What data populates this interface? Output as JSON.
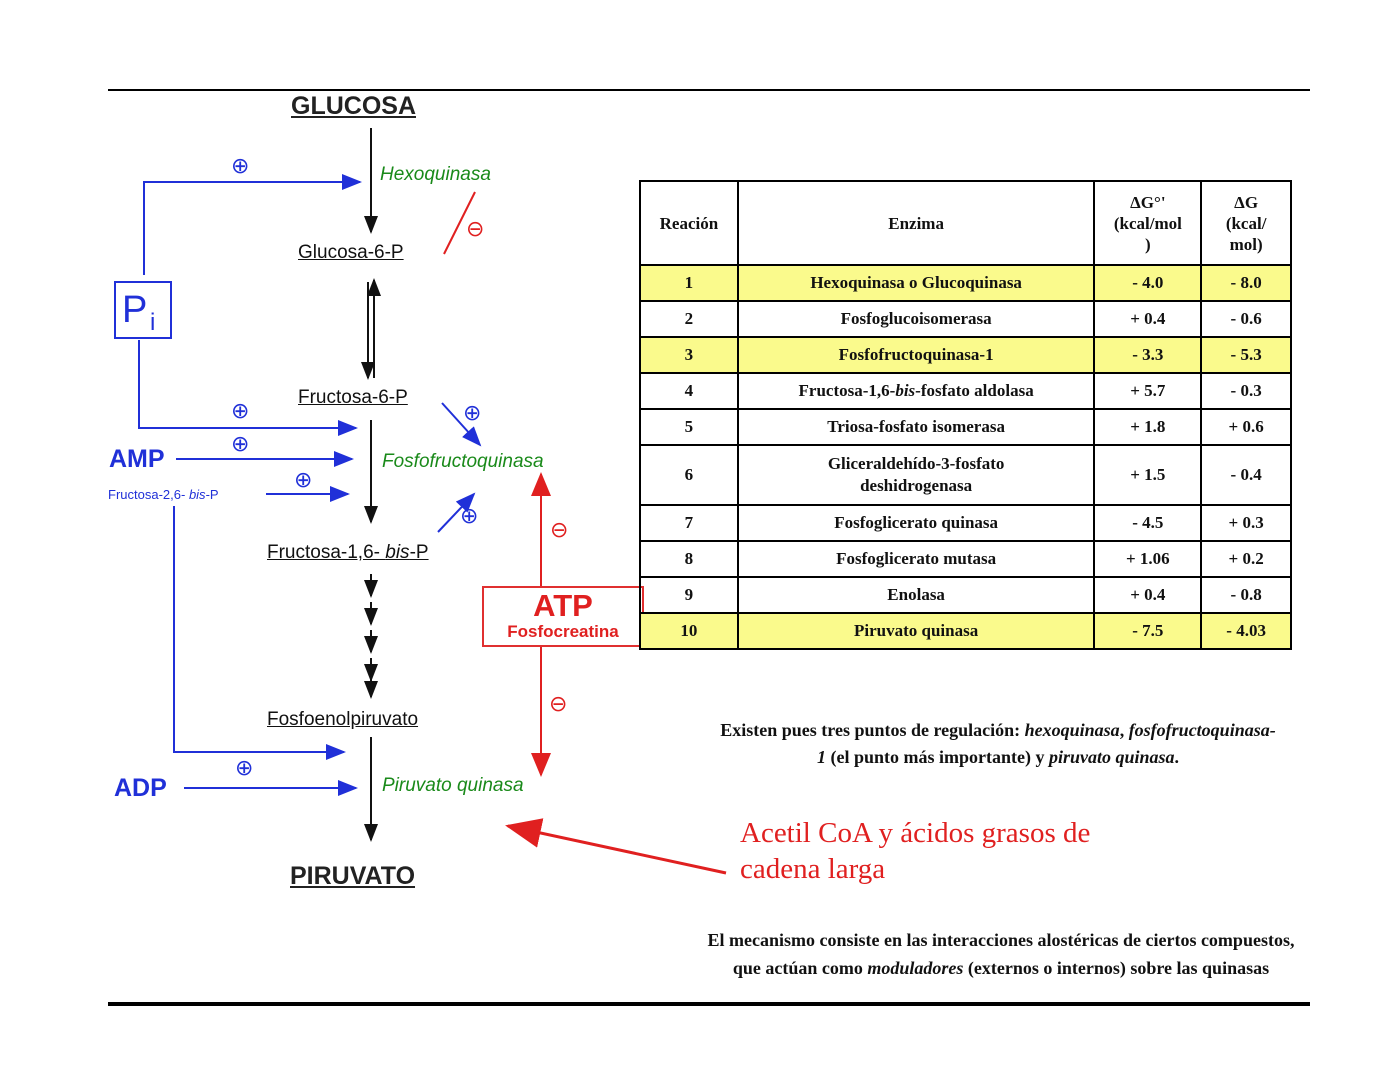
{
  "diagram": {
    "glucosa": "GLUCOSA",
    "piruvato": "PIRUVATO",
    "metabolites": {
      "g6p": "Glucosa-6-P",
      "f6p": "Fructosa-6-P",
      "f16bp_a": "Fructosa-1,6-",
      "f16bp_b": "bis",
      "f16bp_c": "-P",
      "pep": "Fosfoenolpiruvato"
    },
    "enzymes": {
      "hexoquinasa": "Hexoquinasa",
      "fosfofructoquinasa": "Fosfofructoquinasa",
      "piruvato_quinasa": "Piruvato quinasa"
    },
    "modulators": {
      "pi_main": "P",
      "pi_sub": "i",
      "amp": "AMP",
      "f26bp_a": "Fructosa-2,6-",
      "f26bp_b": "bis",
      "f26bp_c": "-P",
      "adp": "ADP",
      "atp": "ATP",
      "fosfocreatina": "Fosfocreatina"
    },
    "plus": "⊕",
    "minus": "⊖"
  },
  "table": {
    "headers": [
      "Reación",
      "Enzima",
      "ΔG°' (kcal/mol )",
      "ΔG (kcal/ mol)"
    ],
    "h3_line1": "ΔG°'",
    "h3_line2": "(kcal/mol",
    "h3_line3": ")",
    "h4_line1": "ΔG",
    "h4_line2": "(kcal/",
    "h4_line3": "mol)",
    "rows": [
      {
        "n": "1",
        "enzyme": "Hexoquinasa o Glucoquinasa",
        "dg0": "- 4.0",
        "dg": "- 8.0",
        "highlight": true
      },
      {
        "n": "2",
        "enzyme": "Fosfoglucoisomerasa",
        "dg0": "+ 0.4",
        "dg": "- 0.6",
        "highlight": false
      },
      {
        "n": "3",
        "enzyme": "Fosfofructoquinasa-1",
        "dg0": "- 3.3",
        "dg": "- 5.3",
        "highlight": true
      },
      {
        "n": "4",
        "enzyme_a": "Fructosa-1,6-",
        "enzyme_b": "bis",
        "enzyme_c": "-fosfato aldolasa",
        "dg0": "+ 5.7",
        "dg": "- 0.3",
        "highlight": false
      },
      {
        "n": "5",
        "enzyme": "Triosa-fosfato isomerasa",
        "dg0": "+ 1.8",
        "dg": "+ 0.6",
        "highlight": false
      },
      {
        "n": "6",
        "enzyme_l1": "Gliceraldehído-3-fosfato",
        "enzyme_l2": "deshidrogenasa",
        "dg0": "+ 1.5",
        "dg": "- 0.4",
        "highlight": false
      },
      {
        "n": "7",
        "enzyme": "Fosfoglicerato quinasa",
        "dg0": "- 4.5",
        "dg": "+ 0.3",
        "highlight": false
      },
      {
        "n": "8",
        "enzyme": "Fosfoglicerato mutasa",
        "dg0": "+ 1.06",
        "dg": "+ 0.2",
        "highlight": false
      },
      {
        "n": "9",
        "enzyme": "Enolasa",
        "dg0": "+ 0.4",
        "dg": "- 0.8",
        "highlight": false
      },
      {
        "n": "10",
        "enzyme": "Piruvato quinasa",
        "dg0": "- 7.5",
        "dg": "- 4.03",
        "highlight": true
      }
    ]
  },
  "notes": {
    "reg_a": "Existen pues tres puntos de regulación: ",
    "reg_b": "hexoquinasa",
    "reg_c": ",",
    "reg_d": "fosfofructoquinasa-1",
    "reg_e": " (el punto más importante) y ",
    "reg_f": "piruvato quinasa",
    "reg_g": ".",
    "acetil_l1": "Acetil CoA y ácidos grasos de",
    "acetil_l2": "cadena larga",
    "mech_a": "El mecanismo consiste en las interacciones alostéricas de ciertos compuestos, que actúan como ",
    "mech_b": "moduladores",
    "mech_c": " (externos o internos) sobre las quinasas"
  },
  "colors": {
    "blue": "#2030d8",
    "red": "#e02020",
    "green": "#1a8a1a",
    "highlight": "#fafa8c"
  }
}
